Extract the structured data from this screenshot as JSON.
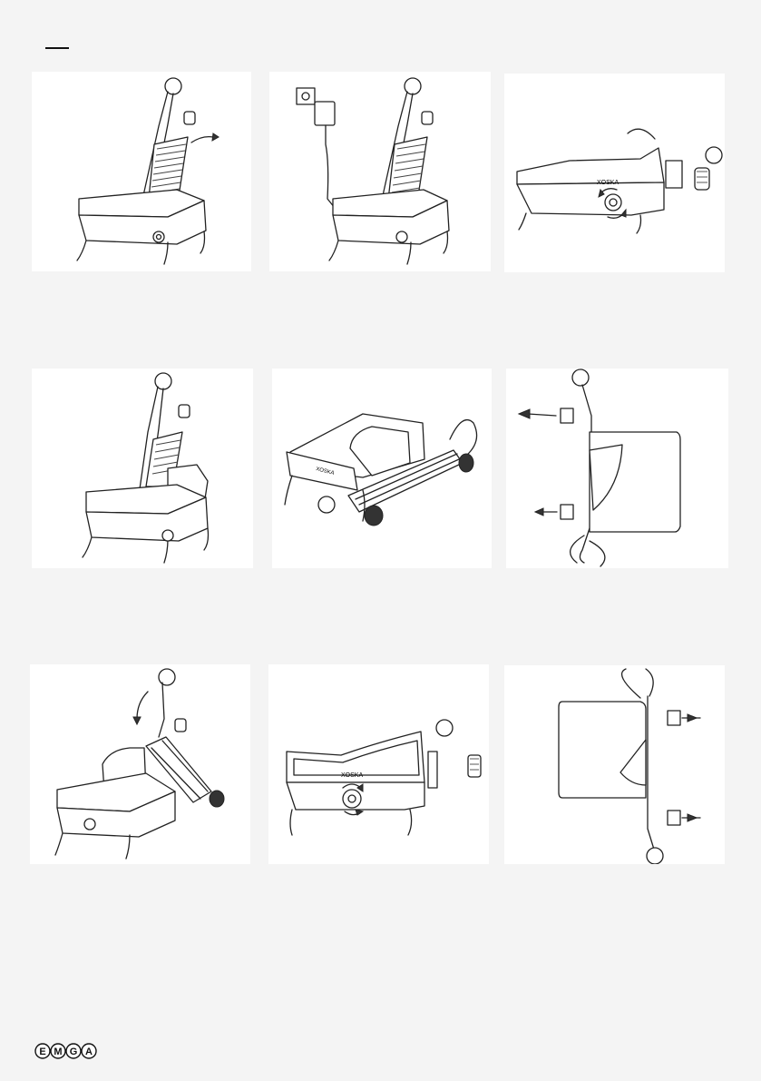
{
  "brand": {
    "letters": [
      "E",
      "M",
      "G",
      "A"
    ]
  },
  "panels": [
    {
      "id": "step-1",
      "badge": "",
      "scene": "open-door"
    },
    {
      "id": "step-2",
      "badge": "",
      "scene": "unplug-adapter"
    },
    {
      "id": "step-3",
      "badge": "",
      "scene": "side-knob-rotate"
    },
    {
      "id": "step-4",
      "badge": "",
      "scene": "slide-tray-back"
    },
    {
      "id": "step-5",
      "badge": "",
      "scene": "carriage-remove"
    },
    {
      "id": "step-6",
      "badge": "",
      "scene": "top-view-remove"
    },
    {
      "id": "step-7",
      "badge": "",
      "scene": "fold-down-carriage"
    },
    {
      "id": "step-8",
      "badge": "",
      "scene": "side-knob-tighten"
    },
    {
      "id": "step-9",
      "badge": "",
      "scene": "top-view-install"
    }
  ],
  "device_label": "XOSKA"
}
